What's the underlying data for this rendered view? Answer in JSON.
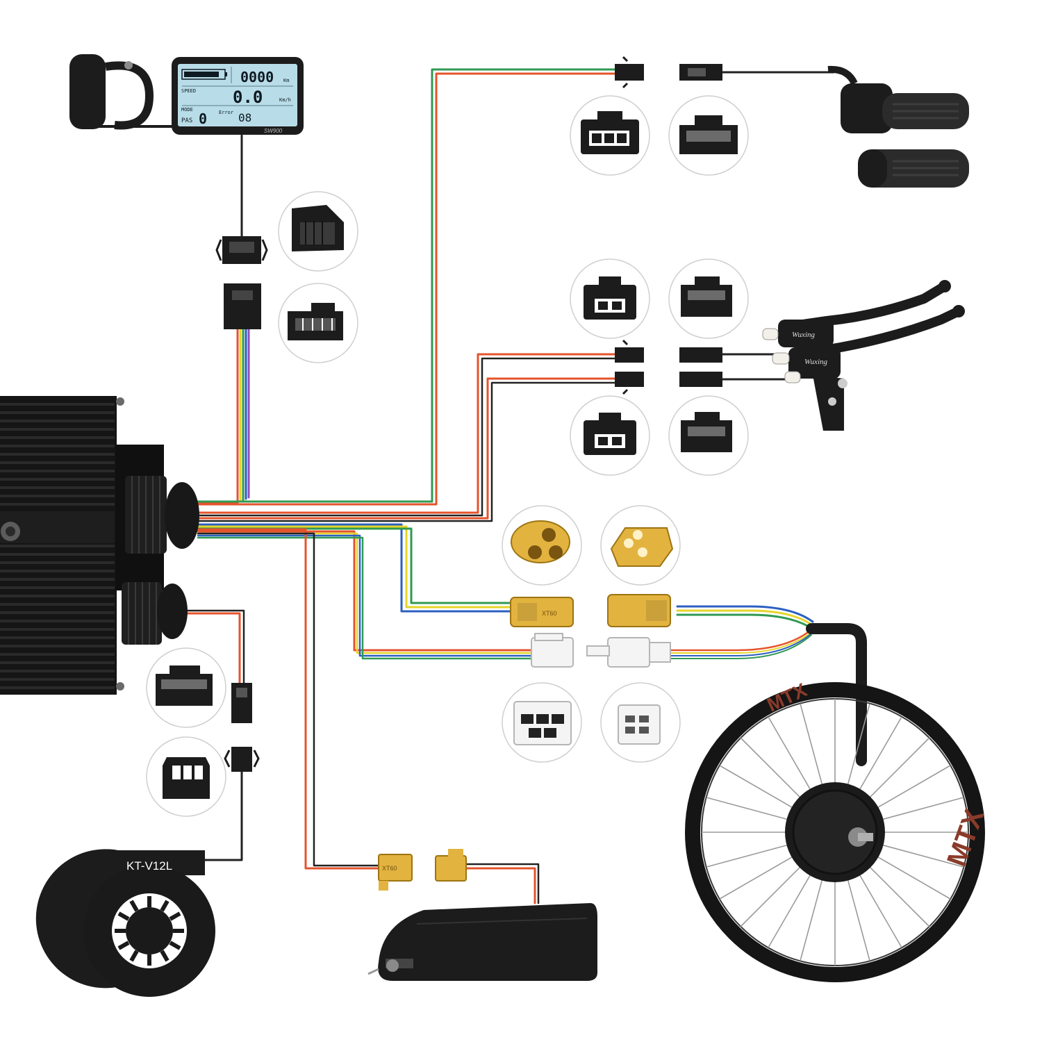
{
  "display": {
    "odo": "0000",
    "odo_unit": "Km",
    "speed_label": "SPEED",
    "speed": "0.0",
    "speed_unit": "Km/h",
    "mode_label": "MODE",
    "pas_label": "PAS",
    "pas_value": "0",
    "error_label": "Error",
    "error_code": "08",
    "model": "SW900"
  },
  "brake_brand": "Wuxing",
  "pas_sensor_label": "KT-V12L",
  "wheel_rim_text": "MTX",
  "connector_labels": {
    "motor_plug": "XT60",
    "battery_plug": "XT60"
  },
  "colors": {
    "wire_black": "#222222",
    "wire_red": "#e5532c",
    "wire_green": "#2f9a52",
    "wire_blue": "#2b5fc2",
    "wire_yellow": "#e5d52a",
    "wire_purple": "#8d4fb8",
    "connector_gold": "#e3b340",
    "lcd_screen": "#b8dde8"
  }
}
